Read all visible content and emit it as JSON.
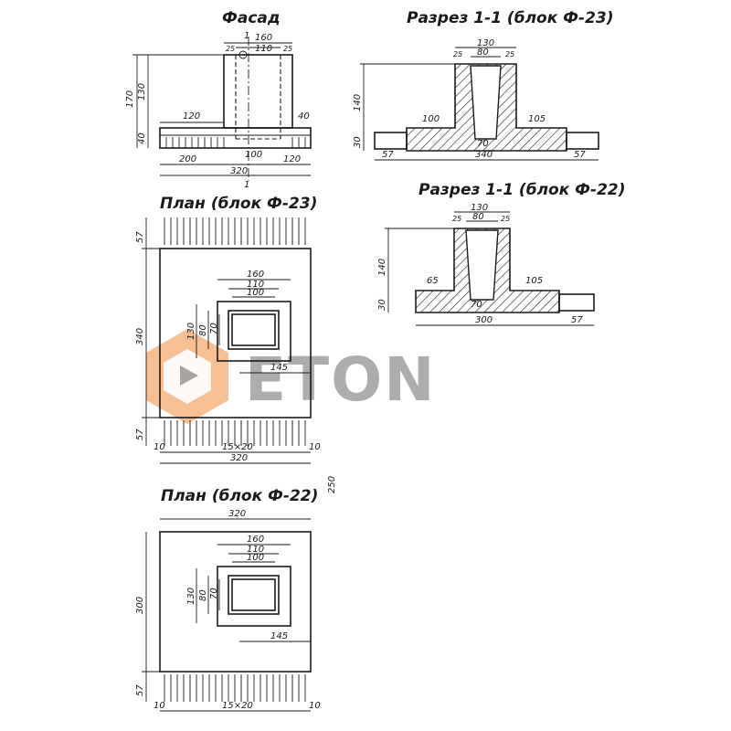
{
  "titles": {
    "facade": "Фасад",
    "section_f23": "Разрез 1-1 (блок Ф-23)",
    "plan_f23": "План (блок Ф-23)",
    "section_f22": "Разрез 1-1 (блок Ф-22)",
    "plan_f22": "План (блок Ф-22)"
  },
  "facade": {
    "section_mark_top": "1",
    "section_mark_bottom": "1",
    "dims": {
      "top_160": "160",
      "top_110": "110",
      "top_25a": "25",
      "top_25b": "25",
      "h_170": "170",
      "h_130": "130",
      "h_40": "40",
      "left_120": "120",
      "right_40": "40",
      "bottom_200": "200",
      "bottom_100": "100",
      "bottom_120": "120",
      "bottom_320": "320"
    }
  },
  "section_f23": {
    "dims": {
      "top_130": "130",
      "top_80": "80",
      "top_25a": "25",
      "top_25b": "25",
      "h_140": "140",
      "h_30": "30",
      "left_100": "100",
      "right_105": "105",
      "inner_70": "70",
      "base_57a": "57",
      "base_340": "340",
      "base_57b": "57"
    }
  },
  "section_f22": {
    "dims": {
      "top_130": "130",
      "top_80": "80",
      "top_25a": "25",
      "top_25b": "25",
      "h_140": "140",
      "h_30": "30",
      "left_65": "65",
      "right_105": "105",
      "inner_70": "70",
      "base_300": "300",
      "base_57": "57"
    }
  },
  "plan_f23": {
    "dims": {
      "top_57": "57",
      "side_340": "340",
      "bottom_57": "57",
      "w_160": "160",
      "w_110": "110",
      "w_100": "100",
      "h_130": "130",
      "h_80": "80",
      "h_70": "70",
      "off_145": "145",
      "edge_10a": "10",
      "rebar": "15×20",
      "edge_10b": "10",
      "base_320": "320",
      "side_250": "250"
    }
  },
  "plan_f22": {
    "dims": {
      "top_320": "320",
      "w_160": "160",
      "w_110": "110",
      "w_100": "100",
      "side_300": "300",
      "h_130": "130",
      "h_80": "80",
      "h_70": "70",
      "off_145": "145",
      "bottom_57": "57",
      "edge_10a": "10",
      "rebar": "15×20",
      "edge_10b": "10"
    }
  },
  "watermark": {
    "text": "ETON",
    "accent": "#f08a3c",
    "gray": "#6b6b6b"
  }
}
